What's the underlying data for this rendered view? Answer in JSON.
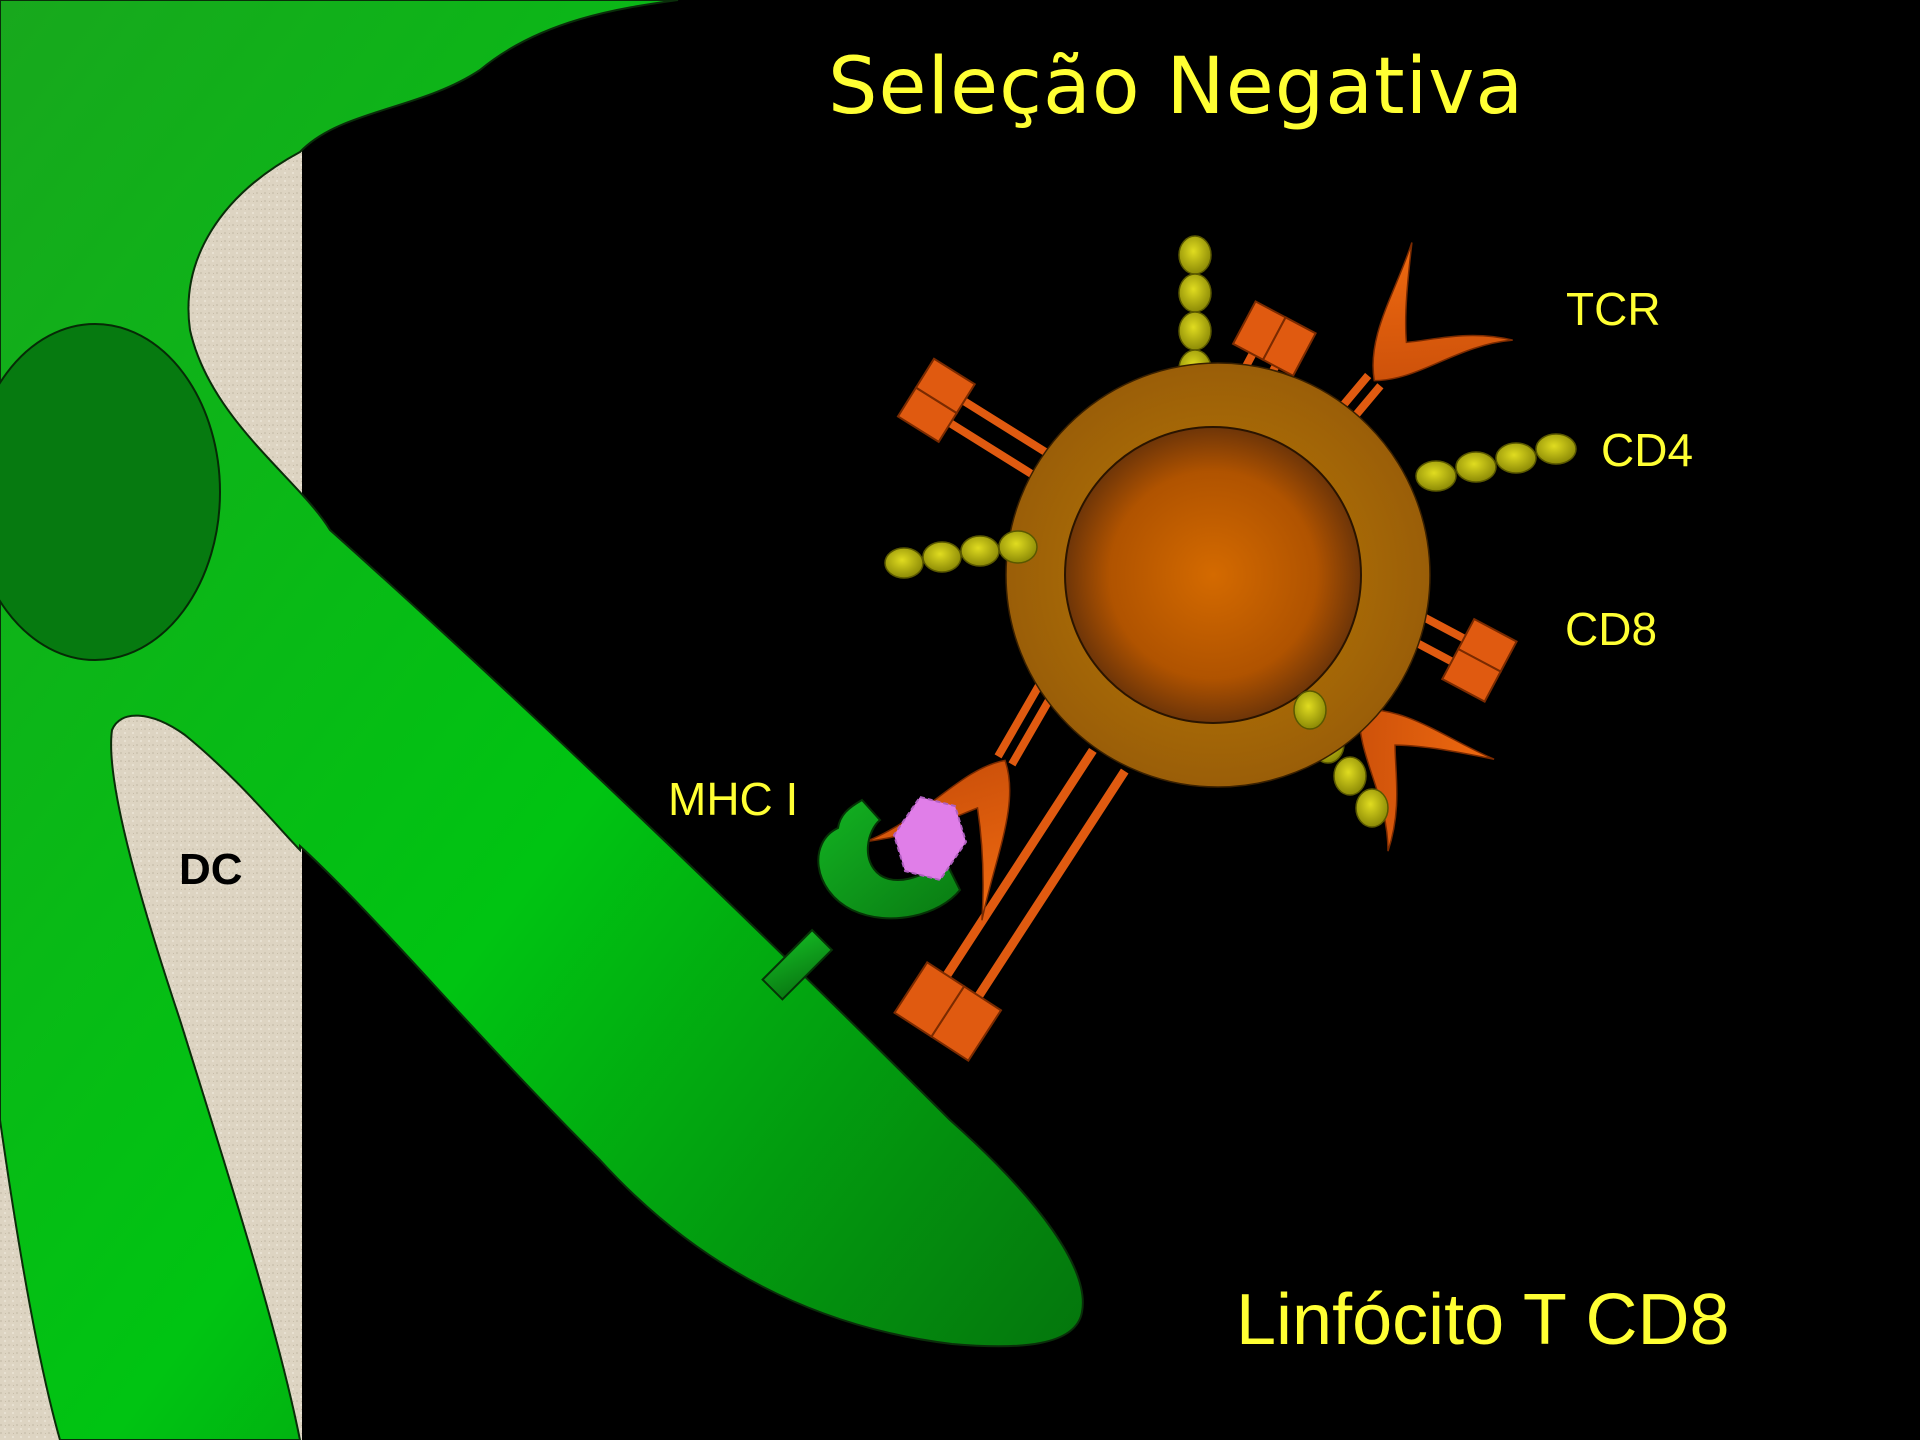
{
  "title": "Seleção Negativa",
  "labels": {
    "tcr": "TCR",
    "cd4": "CD4",
    "cd8": "CD8",
    "mhc": "MHC I",
    "dc": "DC"
  },
  "caption": "Linfócito T CD8",
  "colors": {
    "background": "#000000",
    "text": "#ffff33",
    "dendritic_cell": "#00b81a",
    "t_cell_membrane": "#a86a06",
    "t_cell_nucleus": "#c85c00",
    "receptor": "#e05a10",
    "cd4_beads": "#c9c40c",
    "mhc": "#0fa01f",
    "peptide": "#e07ee8",
    "texture": "#ddd4c2"
  }
}
